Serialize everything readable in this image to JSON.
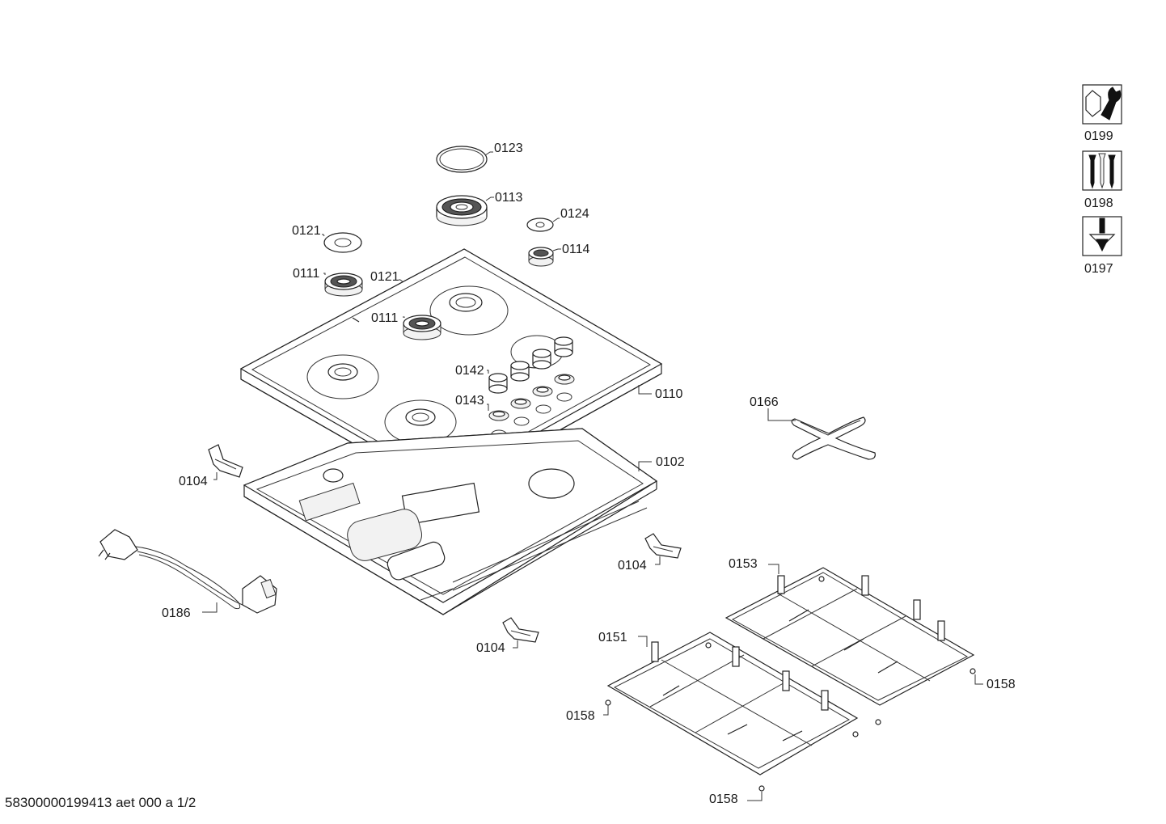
{
  "callouts": {
    "p0123": "0123",
    "p0113": "0113",
    "p0124": "0124",
    "p0121a": "0121",
    "p0114": "0114",
    "p0111a": "0111",
    "p0121b": "0121",
    "p0111b": "0111",
    "p0142": "0142",
    "p0143": "0143",
    "p0110": "0110",
    "p0166": "0166",
    "p0104a": "0104",
    "p0102": "0102",
    "p0104b": "0104",
    "p0186": "0186",
    "p0153": "0153",
    "p0151": "0151",
    "p0104c": "0104",
    "p0158a": "0158",
    "p0158b": "0158",
    "p0158c": "0158"
  },
  "accessories": {
    "a0199": "0199",
    "a0198": "0198",
    "a0197": "0197"
  },
  "footer": {
    "doc_id": "58300000199413 aet 000 a 1/2"
  },
  "icons": [
    "wrench-nut-icon",
    "screws-icon",
    "screwdriver-icon"
  ]
}
